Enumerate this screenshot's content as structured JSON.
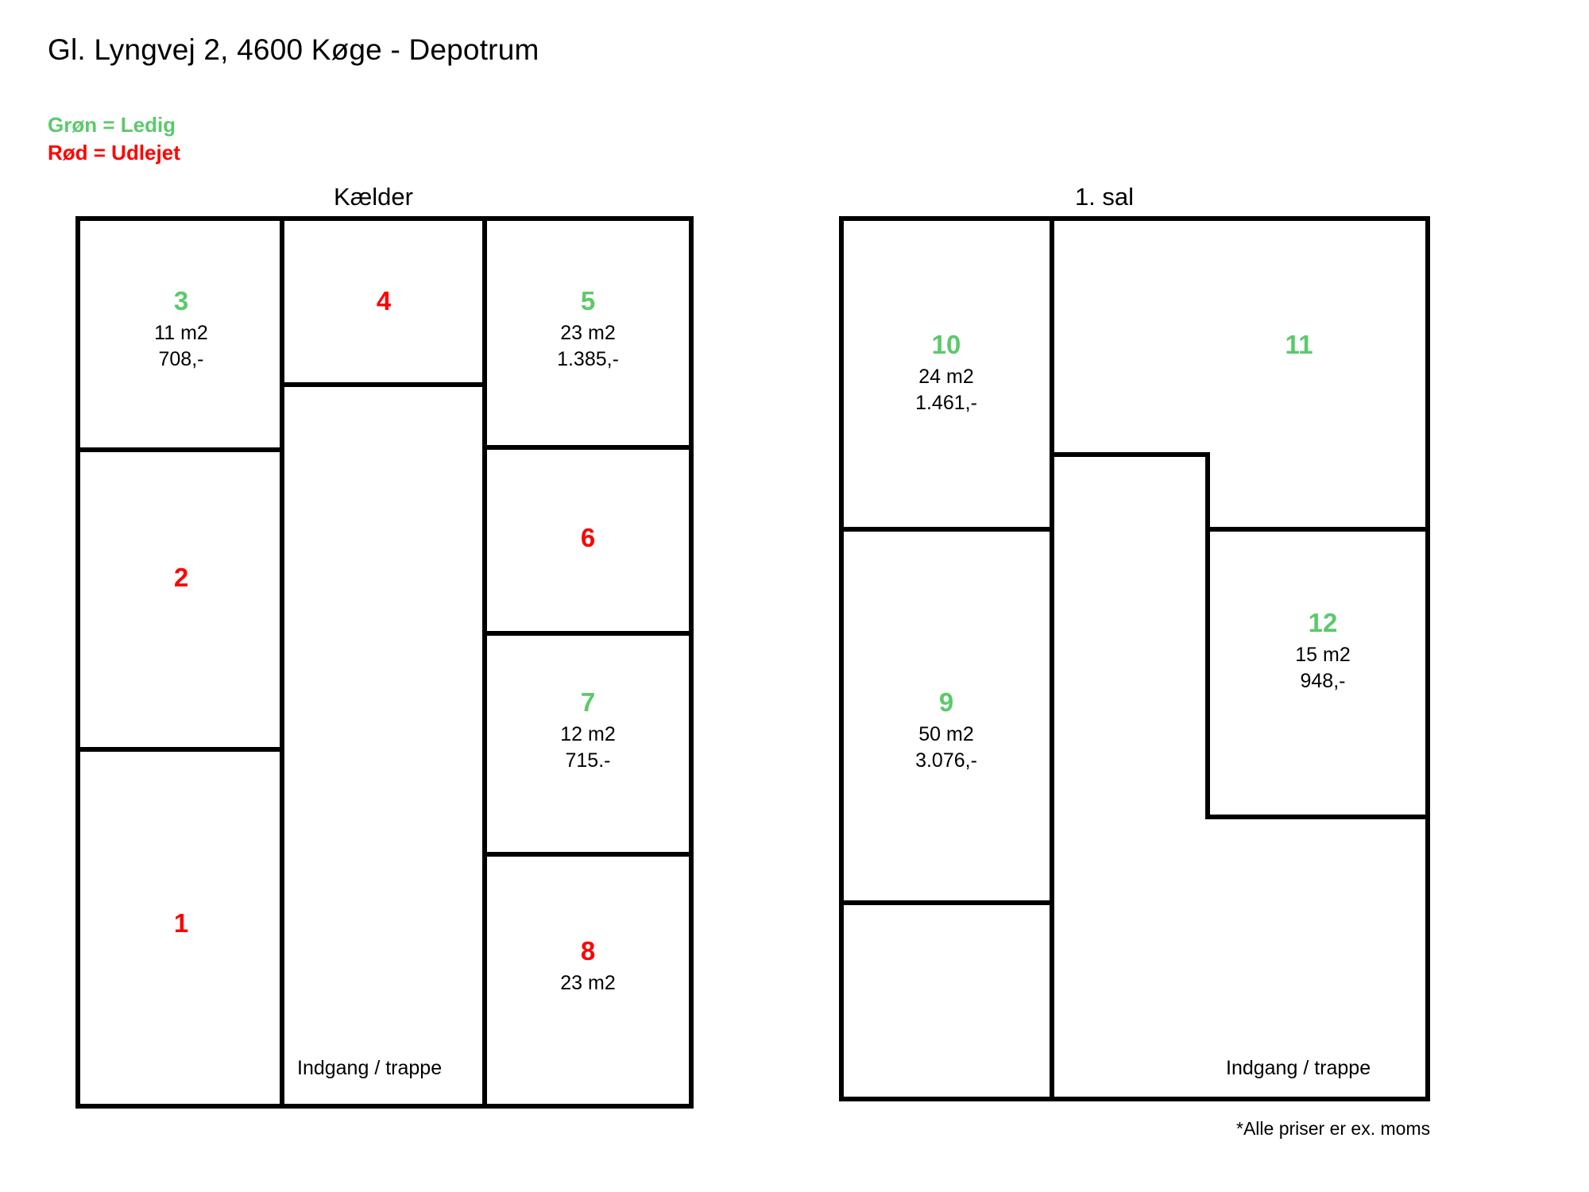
{
  "header": {
    "title": "Gl. Lyngvej 2, 4600 Køge - Depotrum",
    "legend_available": "Grøn = Ledig",
    "legend_rented": "Rød = Udlejet",
    "color_available": "#5CC96B",
    "color_rented": "#FF0000"
  },
  "floors": [
    {
      "id": "kaelder",
      "caption": "Kælder",
      "entrance_label": "Indgang / trappe"
    },
    {
      "id": "sal",
      "caption": "1. sal",
      "entrance_label": "Indgang / trappe"
    }
  ],
  "rooms": [
    {
      "number": "1",
      "status": "rented",
      "area": "",
      "price": "",
      "floor": "kaelder"
    },
    {
      "number": "2",
      "status": "rented",
      "area": "",
      "price": "",
      "floor": "kaelder"
    },
    {
      "number": "3",
      "status": "free",
      "area": "11 m2",
      "price": "708,-",
      "floor": "kaelder"
    },
    {
      "number": "4",
      "status": "rented",
      "area": "",
      "price": "",
      "floor": "kaelder"
    },
    {
      "number": "5",
      "status": "free",
      "area": "23 m2",
      "price": "1.385,-",
      "floor": "kaelder"
    },
    {
      "number": "6",
      "status": "rented",
      "area": "",
      "price": "",
      "floor": "kaelder"
    },
    {
      "number": "7",
      "status": "free",
      "area": "12 m2",
      "price": "715.-",
      "floor": "kaelder"
    },
    {
      "number": "8",
      "status": "rented",
      "area": "23 m2",
      "price": "",
      "floor": "kaelder"
    },
    {
      "number": "9",
      "status": "free",
      "area": "50 m2",
      "price": "3.076,-",
      "floor": "sal"
    },
    {
      "number": "10",
      "status": "free",
      "area": "24 m2",
      "price": "1.461,-",
      "floor": "sal"
    },
    {
      "number": "11",
      "status": "free",
      "area": "",
      "price": "",
      "floor": "sal"
    },
    {
      "number": "12",
      "status": "free",
      "area": "15 m2",
      "price": "948,-",
      "floor": "sal"
    }
  ],
  "footnote": "*Alle priser er ex. moms"
}
